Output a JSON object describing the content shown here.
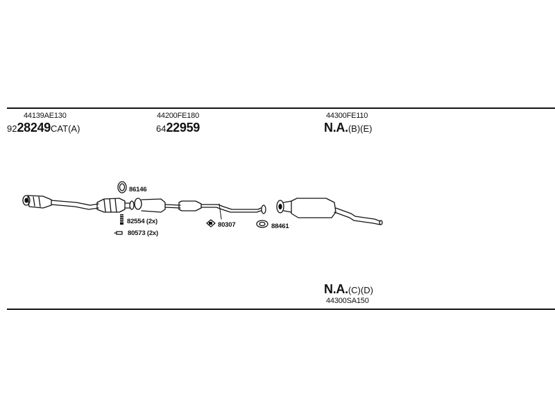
{
  "sections": {
    "front": {
      "oe_number": "44139AE130",
      "pn_prefix": "92",
      "pn_main": "28249",
      "pn_suffix": "CAT(A)"
    },
    "middle": {
      "oe_number": "44200FE180",
      "pn_prefix": "64",
      "pn_main": "22959",
      "pn_suffix": ""
    },
    "rear": {
      "oe_number": "44300FE110",
      "pn_prefix": "",
      "pn_main": "N.A.",
      "pn_suffix": "(B)(E)"
    },
    "rear_alt": {
      "oe_number": "44300SA150",
      "pn_prefix": "",
      "pn_main": "N.A.",
      "pn_suffix": "(C)(D)"
    }
  },
  "parts": {
    "p86146": "86146",
    "p82554": "82554 (2x)",
    "p80573": "80573 (2x)",
    "p80307": "80307",
    "p88461": "88461"
  },
  "colors": {
    "line": "#111111",
    "background": "#ffffff"
  }
}
